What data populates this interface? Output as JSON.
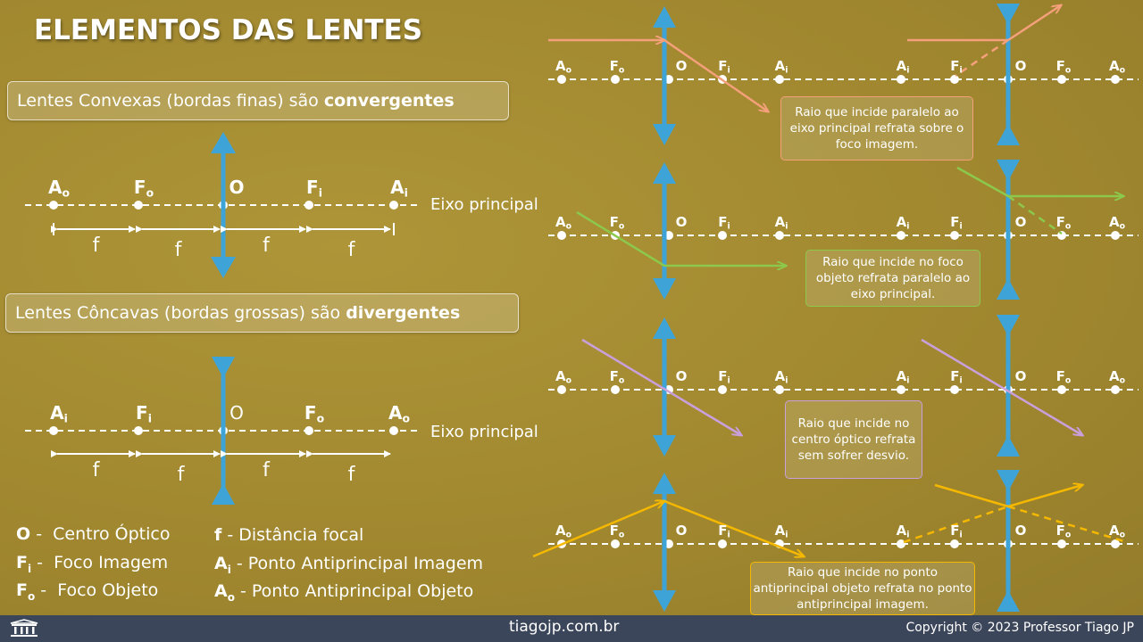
{
  "title": "ELEMENTOS DAS LENTES",
  "convex_box": {
    "prefix": "Lentes Convexas (bordas finas) são ",
    "bold": "convergentes"
  },
  "concave_box": {
    "prefix": "Lentes Côncavas (bordas grossas) são ",
    "bold": "divergentes"
  },
  "axis_label": "Eixo principal",
  "left_convex": {
    "points": [
      {
        "main": "A",
        "sub": "o"
      },
      {
        "main": "F",
        "sub": "o"
      },
      {
        "main": "O",
        "sub": ""
      },
      {
        "main": "F",
        "sub": "i"
      },
      {
        "main": "A",
        "sub": "i"
      }
    ],
    "distance_label": "f"
  },
  "left_concave": {
    "points": [
      {
        "main": "A",
        "sub": "i"
      },
      {
        "main": "F",
        "sub": "i"
      },
      {
        "main": "O",
        "sub": ""
      },
      {
        "main": "F",
        "sub": "o"
      },
      {
        "main": "A",
        "sub": "o"
      }
    ],
    "distance_label": "f"
  },
  "right_convex_points": [
    {
      "main": "A",
      "sub": "o"
    },
    {
      "main": "F",
      "sub": "o"
    },
    {
      "main": "O",
      "sub": ""
    },
    {
      "main": "F",
      "sub": "i"
    },
    {
      "main": "A",
      "sub": "i"
    }
  ],
  "right_concave_points": [
    {
      "main": "A",
      "sub": "i"
    },
    {
      "main": "F",
      "sub": "i"
    },
    {
      "main": "O",
      "sub": ""
    },
    {
      "main": "F",
      "sub": "o"
    },
    {
      "main": "A",
      "sub": "o"
    }
  ],
  "callouts": [
    {
      "text": "Raio que incide paralelo ao eixo principal refrata sobre o foco imagem.",
      "color": "#f4a07a"
    },
    {
      "text": "Raio que incide no foco objeto refrata paralelo ao eixo principal.",
      "color": "#8cc84b"
    },
    {
      "text": "Raio que incide no centro óptico refrata sem sofrer desvio.",
      "color": "#c9a0dc"
    },
    {
      "text": "Raio que incide no ponto antiprincipal objeto refrata no ponto antiprincipal imagem.",
      "color": "#f5b800"
    }
  ],
  "legend": [
    {
      "key": "O",
      "sub": "",
      "sep": " - ",
      "desc": "Centro Óptico"
    },
    {
      "key": "F",
      "sub": "i",
      "sep": " - ",
      "desc": "Foco Imagem"
    },
    {
      "key": "F",
      "sub": "o",
      "sep": " - ",
      "desc": "Foco Objeto"
    },
    {
      "key": "f",
      "sub": "",
      "sep": " - ",
      "desc": "Distância focal"
    },
    {
      "key": "A",
      "sub": "i",
      "sep": " - ",
      "desc": "Ponto Antiprincipal Imagem"
    },
    {
      "key": "A",
      "sub": "o",
      "sep": " - ",
      "desc": "Ponto Antiprincipal Objeto"
    }
  ],
  "footer": {
    "site": "tiagojp.com.br",
    "copyright": "Copyright © 2023 Professor Tiago JP"
  },
  "colors": {
    "lens": "#3ea4d8",
    "orange": "#f4a07a",
    "green": "#8cc84b",
    "purple": "#c9a0dc",
    "yellow": "#f5b800",
    "background": "#a58d33",
    "footer": "#3c465a"
  }
}
